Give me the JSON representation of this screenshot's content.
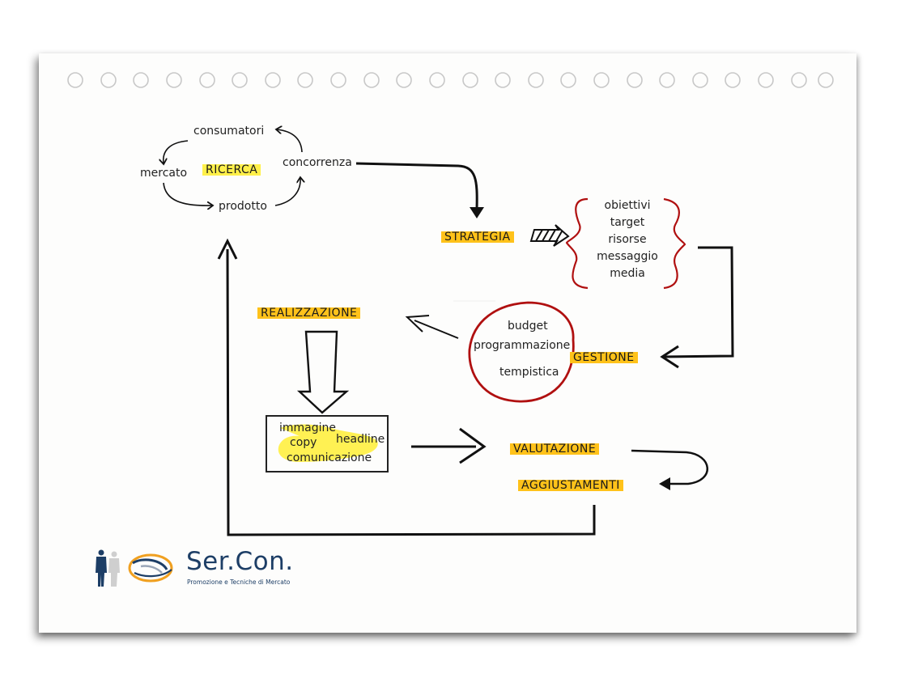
{
  "diagram": {
    "ricerca": {
      "label": "RICERCA",
      "items": [
        "consumatori",
        "mercato",
        "concorrenza",
        "prodotto"
      ]
    },
    "strategia": {
      "label": "STRATEGIA",
      "items": [
        "obiettivi",
        "target",
        "risorse",
        "messaggio",
        "media"
      ]
    },
    "gestione": {
      "label": "GESTIONE",
      "items": [
        "budget",
        "programmazione",
        "tempistica"
      ]
    },
    "realizzazione": {
      "label": "REALIZZAZIONE",
      "items": [
        "immagine",
        "copy",
        "headline",
        "comunicazione"
      ]
    },
    "valutazione": {
      "label": "VALUTAZIONE"
    },
    "aggiustamenti": {
      "label": "AGGIUSTAMENTI"
    }
  },
  "logo": {
    "name": "Ser.Con.",
    "tagline": "Promozione e Tecniche di Mercato"
  },
  "colors": {
    "highlight_orange": "#ffc21a",
    "highlight_yellow": "#fff04a",
    "brace_red": "#b01010",
    "logo_blue": "#1d3e66"
  }
}
